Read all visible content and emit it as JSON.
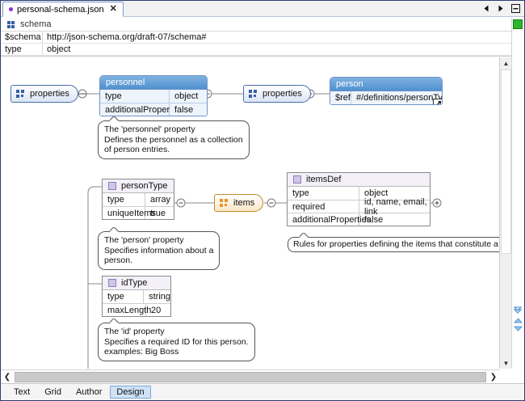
{
  "window": {
    "tab": {
      "title": "personal-schema.json",
      "dot_color": "#8a2be2",
      "close_label": "✕"
    },
    "tab_nav": {
      "prev_icon": "chevron-left-icon",
      "next_icon": "chevron-right-icon",
      "menu_icon": "tab-list-icon"
    }
  },
  "header": {
    "root_label": "schema",
    "rows": [
      {
        "key": "$schema",
        "value": "http://json-schema.org/draft-07/schema#"
      },
      {
        "key": "type",
        "value": "object"
      }
    ]
  },
  "diagram": {
    "pills": [
      {
        "id": "properties1",
        "label": "properties",
        "style": "blue"
      },
      {
        "id": "properties2",
        "label": "properties",
        "style": "blue"
      },
      {
        "id": "items",
        "label": "items",
        "style": "orange"
      }
    ],
    "nodes": [
      {
        "id": "personnel",
        "title": "personnel",
        "style": "blue",
        "rows": [
          {
            "key": "type",
            "value": "object"
          },
          {
            "key": "additionalProperties",
            "value": "false"
          }
        ]
      },
      {
        "id": "person",
        "title": "person",
        "style": "blue",
        "rows": [
          {
            "key": "$ref",
            "value": "#/definitions/personType"
          }
        ],
        "jump_icon": "goto-definition-icon"
      },
      {
        "id": "personType",
        "title": "personType",
        "style": "lavender",
        "rows": [
          {
            "key": "type",
            "value": "array"
          },
          {
            "key": "uniqueItems",
            "value": "true"
          }
        ]
      },
      {
        "id": "itemsDef",
        "title": "itemsDef",
        "style": "lavender",
        "rows": [
          {
            "key": "type",
            "value": "object"
          },
          {
            "key": "required",
            "value": "id, name, email, link"
          },
          {
            "key": "additionalProperties",
            "value": "false"
          }
        ]
      },
      {
        "id": "idType",
        "title": "idType",
        "style": "lavender",
        "rows": [
          {
            "key": "type",
            "value": "string"
          },
          {
            "key": "maxLength",
            "value": "20"
          }
        ]
      }
    ],
    "callouts": [
      {
        "id": "personnel-comment",
        "lines": [
          "The 'personnel' property",
          "Defines the personnel as a collection",
          "of person entries."
        ]
      },
      {
        "id": "person-comment",
        "lines": [
          "The 'person' property",
          "Specifies information about a",
          "person."
        ]
      },
      {
        "id": "itemsdef-comment",
        "lines": [
          "Rules for properties defining the items that constitute a 'person'"
        ]
      },
      {
        "id": "id-comment",
        "lines": [
          "The 'id' property",
          "Specifies a required ID for this person.",
          "examples: Big Boss"
        ]
      }
    ]
  },
  "scrollbars": {
    "v_up": "▲",
    "v_down": "▼",
    "h_left": "❮",
    "h_right": "❯"
  },
  "bottom_tabs": [
    {
      "label": "Text",
      "active": false
    },
    {
      "label": "Grid",
      "active": false
    },
    {
      "label": "Author",
      "active": false
    },
    {
      "label": "Design",
      "active": true
    }
  ]
}
